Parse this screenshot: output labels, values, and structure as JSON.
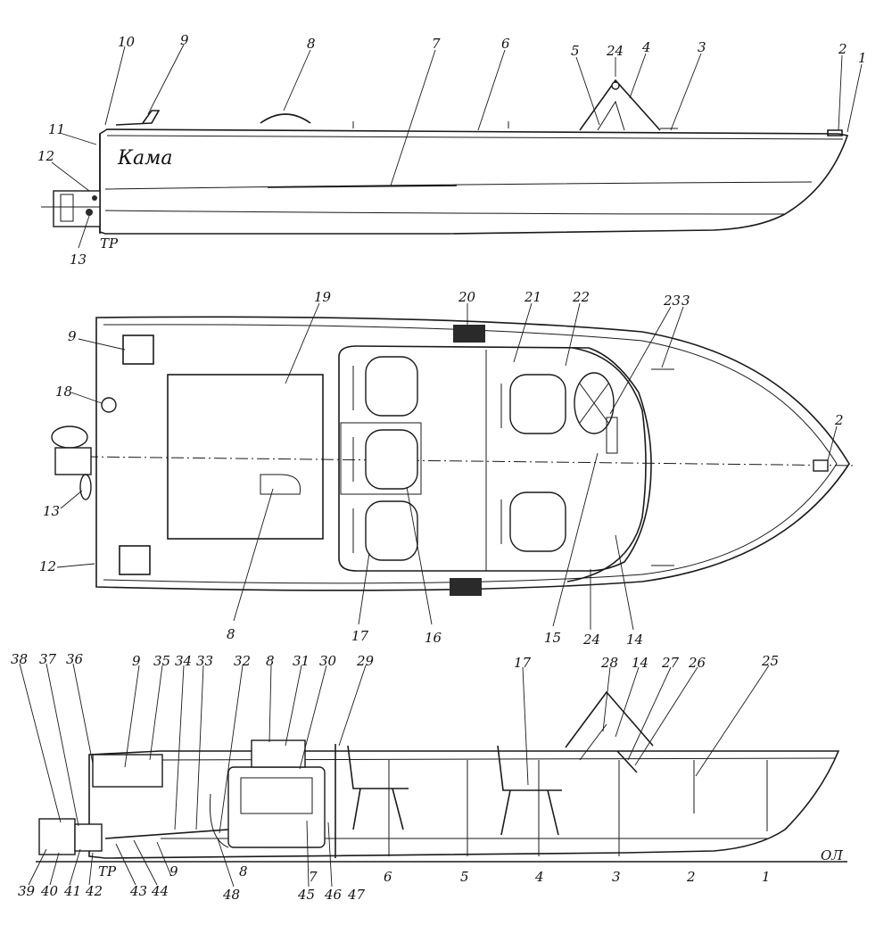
{
  "hull_name": "Кама",
  "side_view": {
    "labels": [
      {
        "id": "10",
        "text": "10"
      },
      {
        "id": "9",
        "text": "9"
      },
      {
        "id": "8",
        "text": "8"
      },
      {
        "id": "7",
        "text": "7"
      },
      {
        "id": "6",
        "text": "6"
      },
      {
        "id": "5",
        "text": "5"
      },
      {
        "id": "24",
        "text": "24"
      },
      {
        "id": "4",
        "text": "4"
      },
      {
        "id": "3",
        "text": "3"
      },
      {
        "id": "2",
        "text": "2"
      },
      {
        "id": "1",
        "text": "1"
      },
      {
        "id": "11",
        "text": "11"
      },
      {
        "id": "12",
        "text": "12"
      },
      {
        "id": "13",
        "text": "13"
      },
      {
        "id": "tr",
        "text": "ТР"
      }
    ]
  },
  "plan_view": {
    "labels": [
      {
        "id": "19",
        "text": "19"
      },
      {
        "id": "20",
        "text": "20"
      },
      {
        "id": "21",
        "text": "21"
      },
      {
        "id": "22",
        "text": "22"
      },
      {
        "id": "23",
        "text": "23"
      },
      {
        "id": "3",
        "text": "3"
      },
      {
        "id": "9",
        "text": "9"
      },
      {
        "id": "18",
        "text": "18"
      },
      {
        "id": "2",
        "text": "2"
      },
      {
        "id": "13",
        "text": "13"
      },
      {
        "id": "12",
        "text": "12"
      },
      {
        "id": "8",
        "text": "8"
      },
      {
        "id": "17",
        "text": "17"
      },
      {
        "id": "16",
        "text": "16"
      },
      {
        "id": "15",
        "text": "15"
      },
      {
        "id": "24",
        "text": "24"
      },
      {
        "id": "14",
        "text": "14"
      }
    ]
  },
  "section_view": {
    "top_labels": [
      {
        "id": "38",
        "text": "38"
      },
      {
        "id": "37",
        "text": "37"
      },
      {
        "id": "36",
        "text": "36"
      },
      {
        "id": "9",
        "text": "9"
      },
      {
        "id": "35",
        "text": "35"
      },
      {
        "id": "34",
        "text": "34"
      },
      {
        "id": "33",
        "text": "33"
      },
      {
        "id": "32",
        "text": "32"
      },
      {
        "id": "8",
        "text": "8"
      },
      {
        "id": "31",
        "text": "31"
      },
      {
        "id": "30",
        "text": "30"
      },
      {
        "id": "29",
        "text": "29"
      },
      {
        "id": "17",
        "text": "17"
      },
      {
        "id": "28",
        "text": "28"
      },
      {
        "id": "14",
        "text": "14"
      },
      {
        "id": "27",
        "text": "27"
      },
      {
        "id": "26",
        "text": "26"
      },
      {
        "id": "25",
        "text": "25"
      }
    ],
    "bottom_labels": [
      {
        "id": "39",
        "text": "39"
      },
      {
        "id": "40",
        "text": "40"
      },
      {
        "id": "41",
        "text": "41"
      },
      {
        "id": "42",
        "text": "42"
      },
      {
        "id": "tr",
        "text": "ТР"
      },
      {
        "id": "43",
        "text": "43"
      },
      {
        "id": "44",
        "text": "44"
      },
      {
        "id": "9b",
        "text": "9"
      },
      {
        "id": "48",
        "text": "48"
      },
      {
        "id": "8b",
        "text": "8"
      },
      {
        "id": "45",
        "text": "45"
      },
      {
        "id": "7",
        "text": "7"
      },
      {
        "id": "46",
        "text": "46"
      },
      {
        "id": "47",
        "text": "47"
      },
      {
        "id": "6",
        "text": "6"
      },
      {
        "id": "5",
        "text": "5"
      },
      {
        "id": "4",
        "text": "4"
      },
      {
        "id": "3",
        "text": "3"
      },
      {
        "id": "2",
        "text": "2"
      },
      {
        "id": "1",
        "text": "1"
      },
      {
        "id": "ol",
        "text": "ОЛ"
      }
    ]
  }
}
